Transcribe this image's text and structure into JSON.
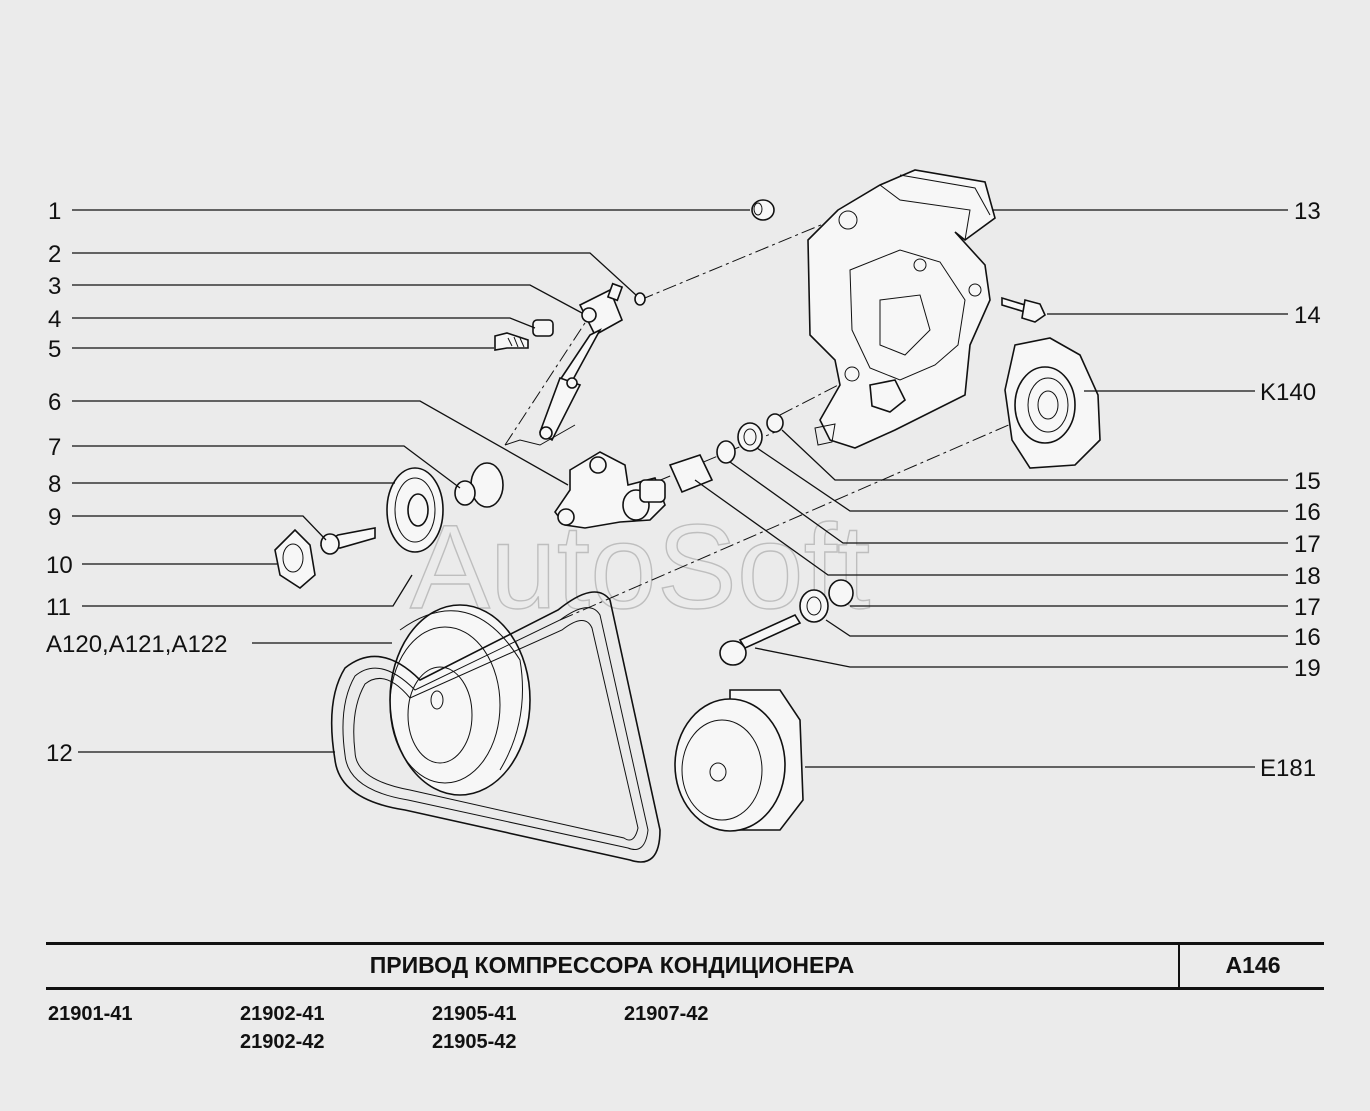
{
  "labels": {
    "l1": "1",
    "l2": "2",
    "l3": "3",
    "l4": "4",
    "l5": "5",
    "l6": "6",
    "l7": "7",
    "l8": "8",
    "l9": "9",
    "l10": "10",
    "l11": "11",
    "l_a120": "A120,A121,A122",
    "l12": "12",
    "r13": "13",
    "r14": "14",
    "r_k140": "K140",
    "r15": "15",
    "r16a": "16",
    "r17a": "17",
    "r18": "18",
    "r17b": "17",
    "r16b": "16",
    "r19": "19",
    "r_e181": "E181"
  },
  "watermark": "AutoSoft",
  "title": "ПРИВОД  КОМПРЕССОРА  КОНДИЦИОНЕРА",
  "code": "A146",
  "models": {
    "m1": "21901-41",
    "m2": "21902-41",
    "m3": "21902-42",
    "m4": "21905-41",
    "m5": "21905-42",
    "m6": "21907-42"
  }
}
